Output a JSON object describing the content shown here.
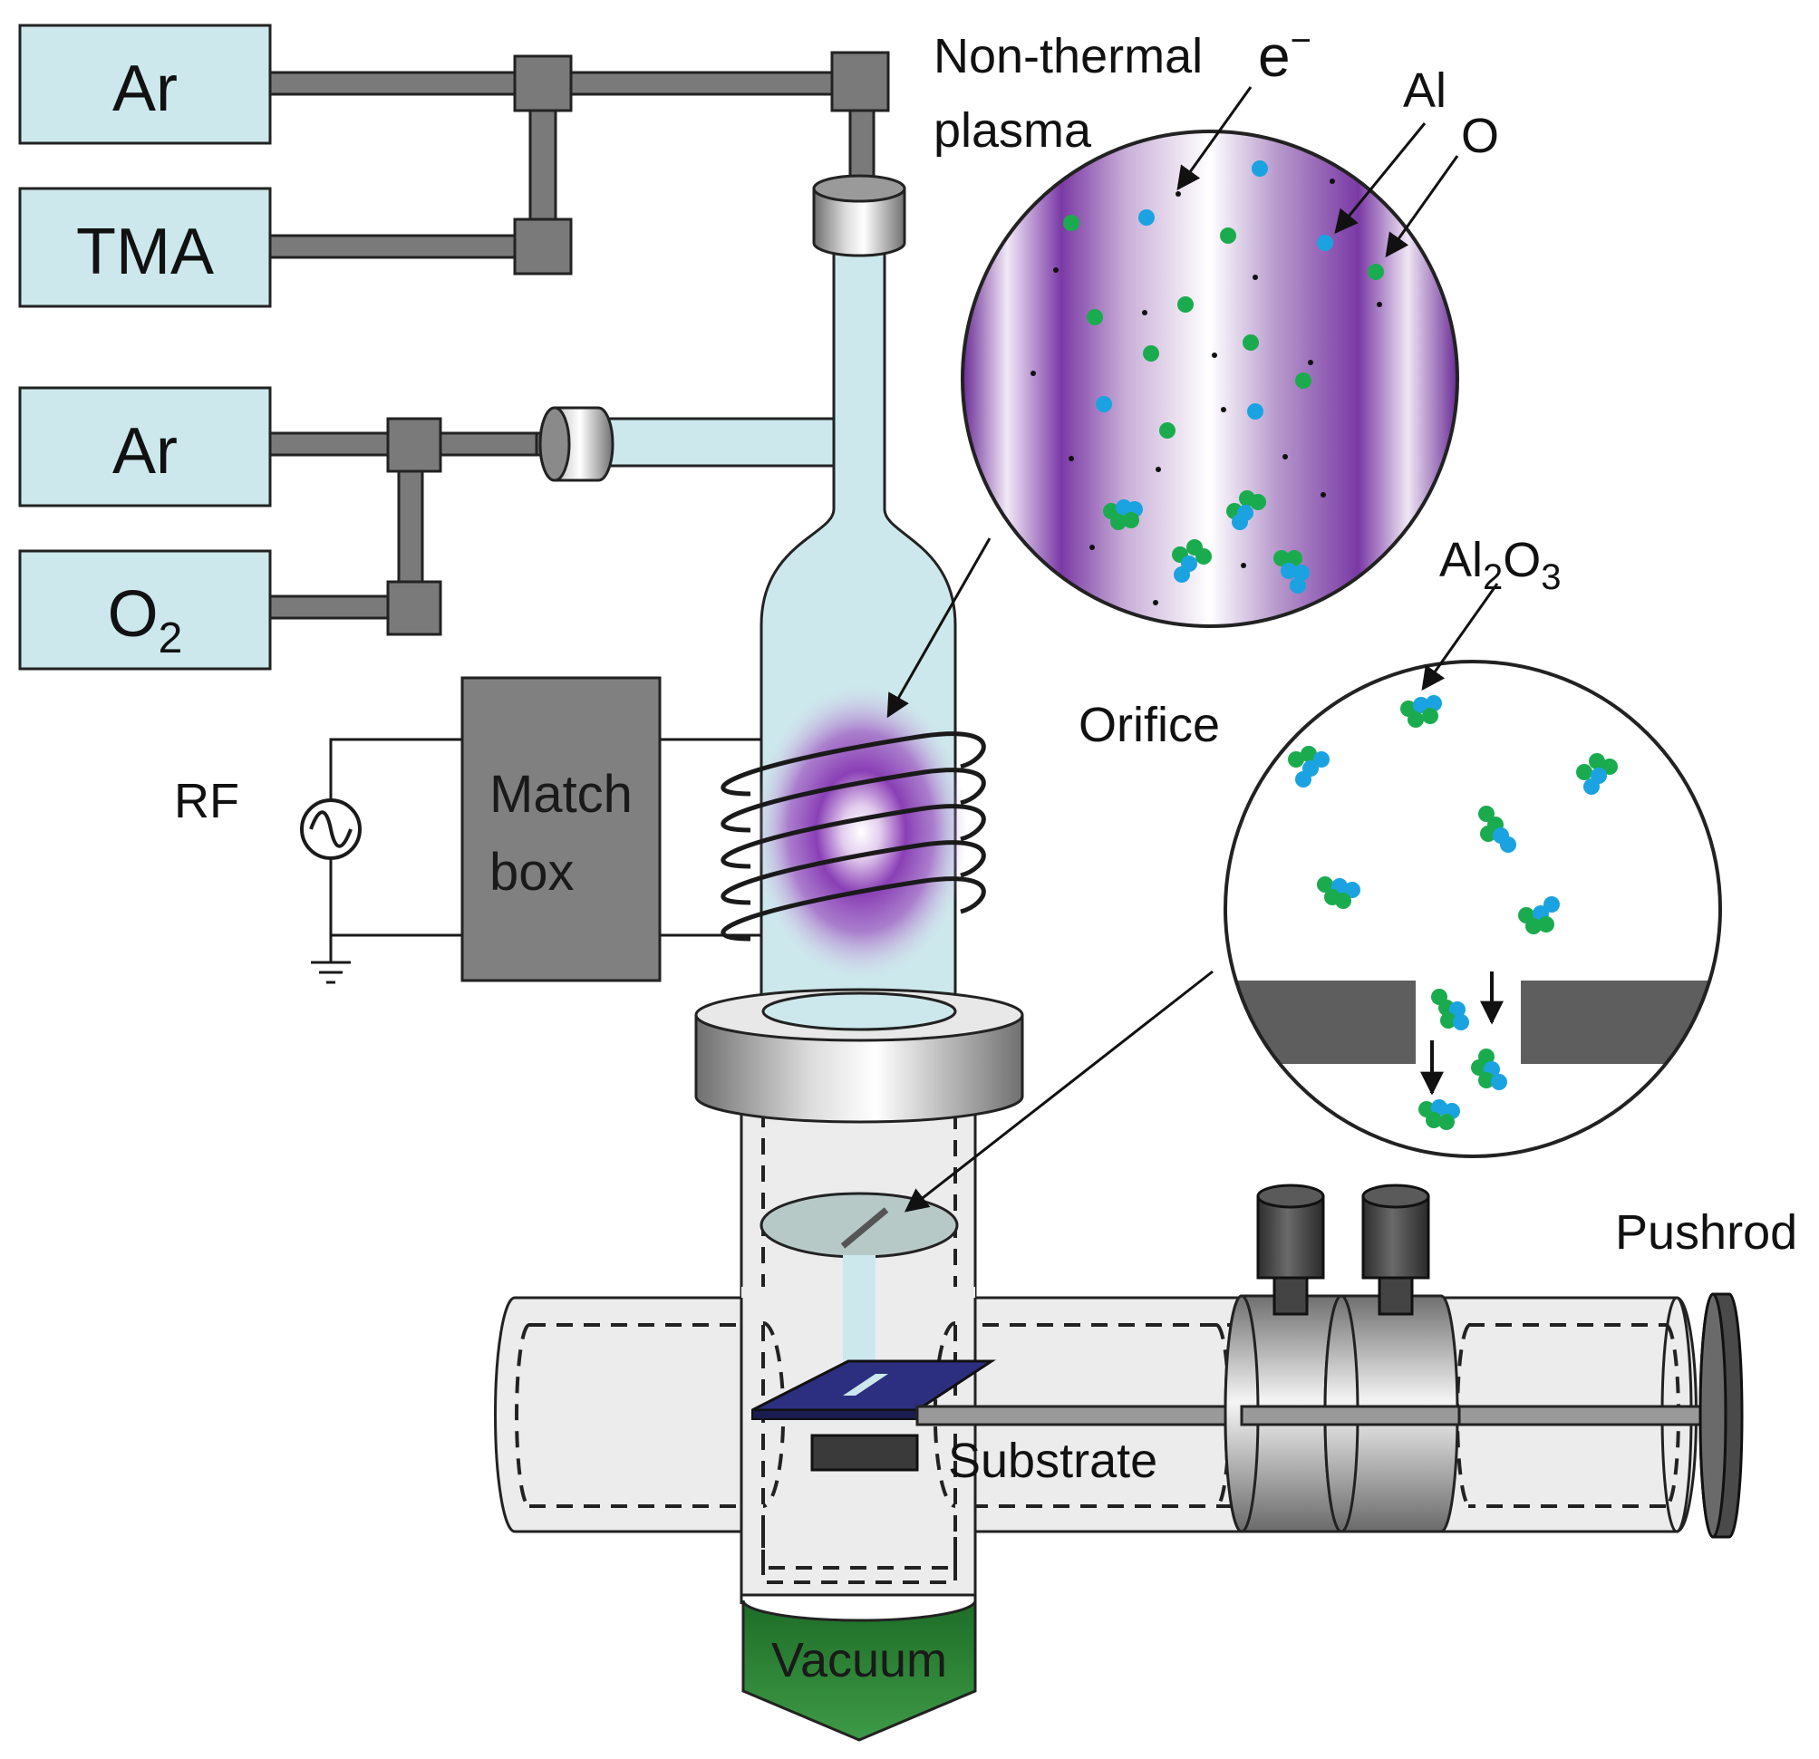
{
  "gas_sources": [
    {
      "id": "ar-top",
      "label": "Ar"
    },
    {
      "id": "tma",
      "label": "TMA"
    },
    {
      "id": "ar-bottom",
      "label": "Ar"
    },
    {
      "id": "o2",
      "label": "O",
      "sub": "2"
    }
  ],
  "labels": {
    "rf": "RF",
    "match_box_line1": "Match",
    "match_box_line2": "box",
    "non_thermal_plasma_line1": "Non-thermal",
    "non_thermal_plasma_line2": "plasma",
    "electron": "e",
    "electron_sup": "−",
    "al": "Al",
    "o": "O",
    "al2o3_a": "Al",
    "al2o3_b": "2",
    "al2o3_c": "O",
    "al2o3_d": "3",
    "orifice": "Orifice",
    "pushrod": "Pushrod",
    "substrate": "Substrate",
    "vacuum": "Vacuum"
  },
  "colors": {
    "gas_box_fill": "#cce8ec",
    "gas_line": "#7a7a7a",
    "plasma_purple": "#7030a0",
    "al_atom": "#1aa3e0",
    "o_atom": "#1bab4f",
    "match_box": "#808080",
    "vacuum_green": "#2e7d32",
    "orifice_plate": "#5e5e5e",
    "substrate_blue": "#2c2f80"
  }
}
